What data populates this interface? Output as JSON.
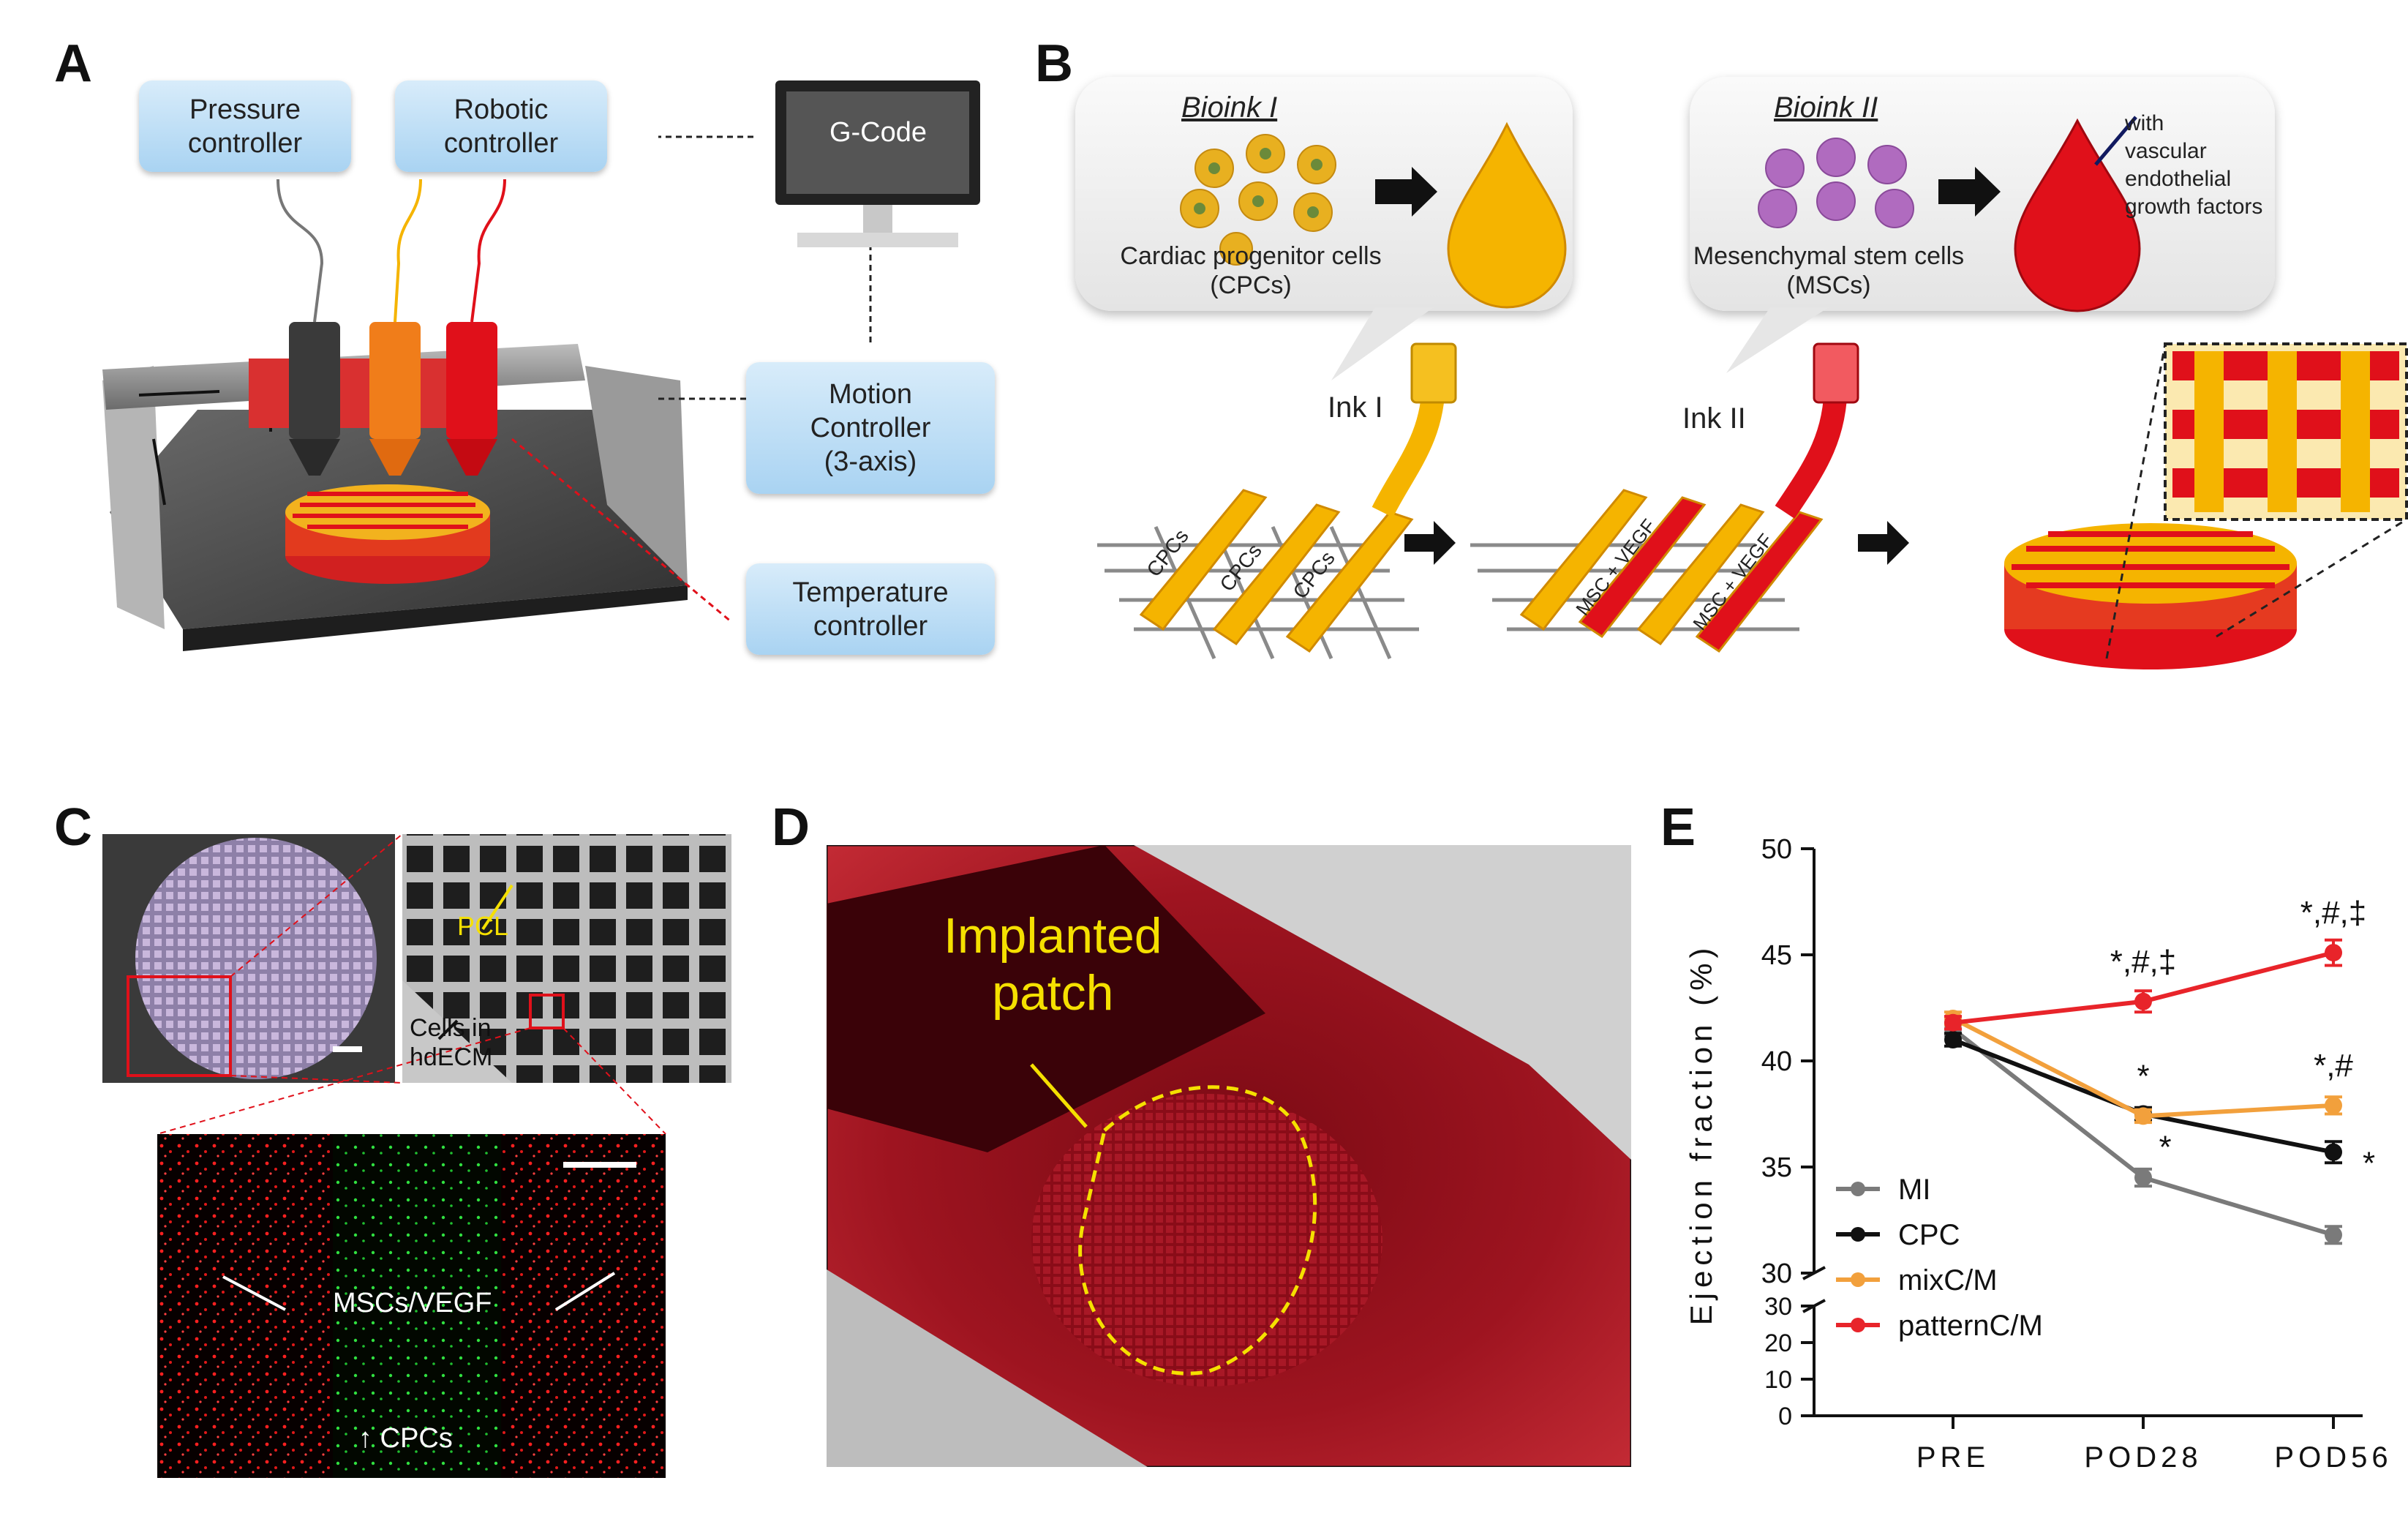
{
  "panels": {
    "a": "A",
    "b": "B",
    "c": "C",
    "d": "D",
    "e": "E"
  },
  "panel_a": {
    "pressure": "Pressure\ncontroller",
    "robotic": "Robotic\ncontroller",
    "gcode": "G-Code",
    "motion": "Motion\nController\n(3-axis)",
    "temperature": "Temperature\ncontroller"
  },
  "panel_b": {
    "bioink1_title": "Bioink I",
    "bioink1_cells": "Cardiac progenitor cells\n(CPCs)",
    "bioink2_title": "Bioink II",
    "bioink2_cells": "Mesenchymal stem cells\n(MSCs)",
    "bioink2_note": "with\nvascular\nendothelial\ngrowth factors",
    "ink1": "Ink I",
    "ink2": "Ink II",
    "strand_cpc": "CPCs",
    "strand_msc": "MSC + VEGF"
  },
  "panel_c": {
    "pcl": "PCL",
    "cells": "Cells in\nhdECM",
    "msc": "MSCs/VEGF",
    "cpc": "↑ CPCs"
  },
  "panel_d": {
    "patch": "Implanted\npatch"
  },
  "colors": {
    "mi": "#7a7a7a",
    "cpc": "#111111",
    "mix": "#f2a03c",
    "pattern": "#e8242a",
    "box_blue": "#a9d3f2",
    "ink_yellow": "#f5b400",
    "ink_red": "#e0101a"
  },
  "chart_data": {
    "type": "line",
    "ylabel": "Ejection fraction (%)",
    "categories": [
      "PRE",
      "POD28",
      "POD56"
    ],
    "y_ticks_upper": [
      30,
      35,
      40,
      45,
      50
    ],
    "y_ticks_lower": [
      0,
      10,
      20,
      30
    ],
    "axis_break": true,
    "legend_position": "bottom-left",
    "series": [
      {
        "name": "MI",
        "values": [
          41.5,
          34.5,
          31.8
        ],
        "errors": [
          0.3,
          0.4,
          0.4
        ],
        "color": "#7a7a7a"
      },
      {
        "name": "CPC",
        "values": [
          41.0,
          37.5,
          35.7
        ],
        "errors": [
          0.3,
          0.3,
          0.5
        ],
        "color": "#111111"
      },
      {
        "name": "mixC/M",
        "values": [
          42.0,
          37.4,
          37.9
        ],
        "errors": [
          0.3,
          0.3,
          0.4
        ],
        "color": "#f2a03c"
      },
      {
        "name": "patternC/M",
        "values": [
          41.8,
          42.8,
          45.1
        ],
        "errors": [
          0.3,
          0.5,
          0.6
        ],
        "color": "#e8242a"
      }
    ],
    "annotations": [
      {
        "text": "*,#,‡",
        "x": "POD28",
        "series": "patternC/M"
      },
      {
        "text": "*,#,‡",
        "x": "POD56",
        "series": "patternC/M"
      },
      {
        "text": "*",
        "x": "POD28",
        "series": "mixC/M",
        "where": "above"
      },
      {
        "text": "*",
        "x": "POD28",
        "series": "CPC",
        "where": "below"
      },
      {
        "text": "*,#",
        "x": "POD56",
        "series": "mixC/M"
      },
      {
        "text": "*",
        "x": "POD56",
        "series": "CPC",
        "where": "right"
      }
    ]
  }
}
